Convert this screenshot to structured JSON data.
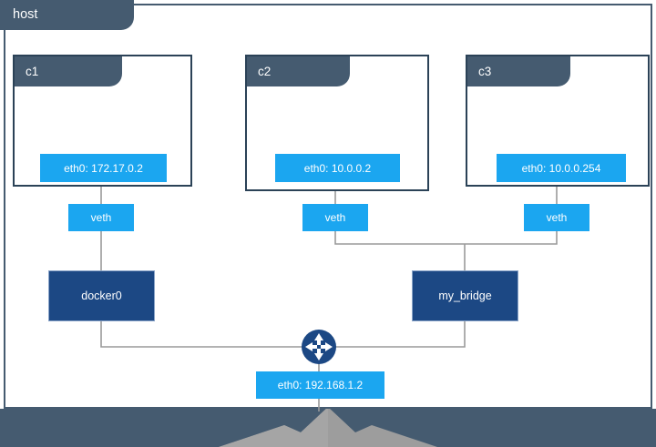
{
  "diagram": {
    "title": "host",
    "type": "network-topology",
    "colors": {
      "slate": "#455b70",
      "container_border": "#2b4257",
      "node_blue": "#1ba6f0",
      "bridge_blue": "#1c4884",
      "edge_gray": "#9a9a9a",
      "mountain_gray": "#9d9d9d",
      "background": "#ffffff"
    },
    "host": {
      "label": "host"
    },
    "containers": [
      {
        "name": "c1",
        "interface_label": "eth0: 172.17.0.2",
        "veth_label": "veth"
      },
      {
        "name": "c2",
        "interface_label": "eth0: 10.0.0.2",
        "veth_label": "veth"
      },
      {
        "name": "c3",
        "interface_label": "eth0: 10.0.0.254",
        "veth_label": "veth"
      }
    ],
    "bridges": [
      {
        "name": "docker0"
      },
      {
        "name": "my_bridge"
      }
    ],
    "host_interface": {
      "label": "eth0: 192.168.1.2"
    },
    "router": {
      "icon": "four-way-arrows-icon"
    },
    "links": [
      {
        "from": "c1.eth0",
        "to": "veth1"
      },
      {
        "from": "veth1",
        "to": "docker0"
      },
      {
        "from": "c2.eth0",
        "to": "veth2"
      },
      {
        "from": "c3.eth0",
        "to": "veth3"
      },
      {
        "from": "veth2",
        "to": "my_bridge"
      },
      {
        "from": "veth3",
        "to": "my_bridge"
      },
      {
        "from": "docker0",
        "to": "router"
      },
      {
        "from": "my_bridge",
        "to": "router"
      },
      {
        "from": "router",
        "to": "host.eth0"
      },
      {
        "from": "host.eth0",
        "to": "external-network"
      }
    ]
  }
}
